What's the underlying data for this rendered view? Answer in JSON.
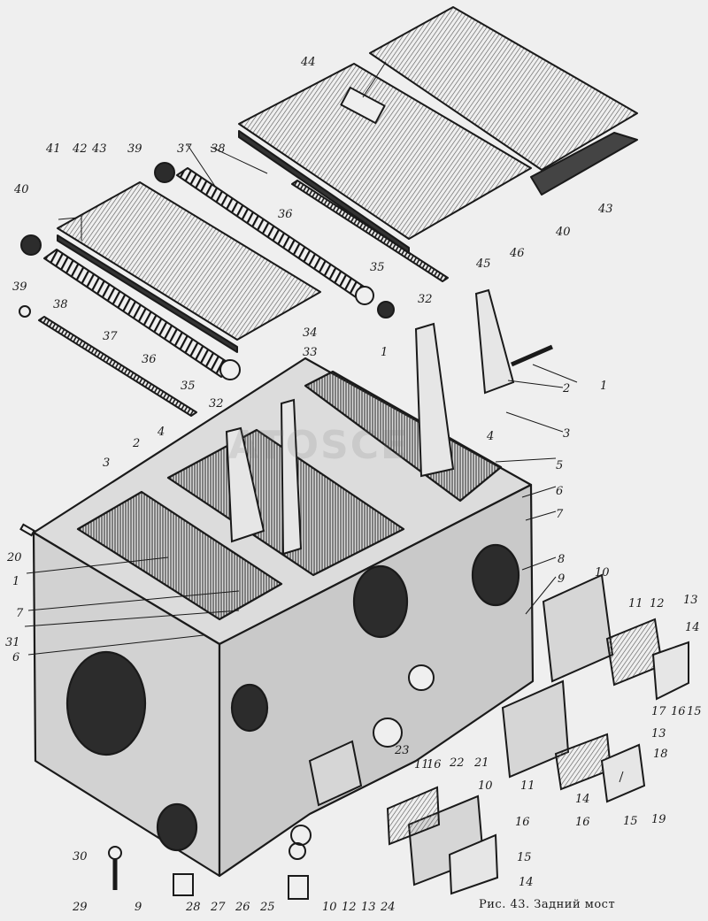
{
  "figure": {
    "caption": "Рис. 43. Задний мост",
    "watermark": "ATOSCE"
  },
  "callouts": [
    "1",
    "2",
    "3",
    "4",
    "5",
    "6",
    "7",
    "8",
    "9",
    "10",
    "11",
    "12",
    "13",
    "14",
    "15",
    "16",
    "17",
    "18",
    "19",
    "20",
    "21",
    "22",
    "23",
    "24",
    "25",
    "26",
    "27",
    "28",
    "29",
    "30",
    "31",
    "32",
    "33",
    "34",
    "35",
    "36",
    "37",
    "38",
    "39",
    "40",
    "41",
    "42",
    "43",
    "44",
    "45",
    "46"
  ],
  "colors": {
    "ink": "#1a1a1a",
    "paper": "#efefef",
    "hatch": "#5a5a5a",
    "dark": "#2c2c2c"
  }
}
